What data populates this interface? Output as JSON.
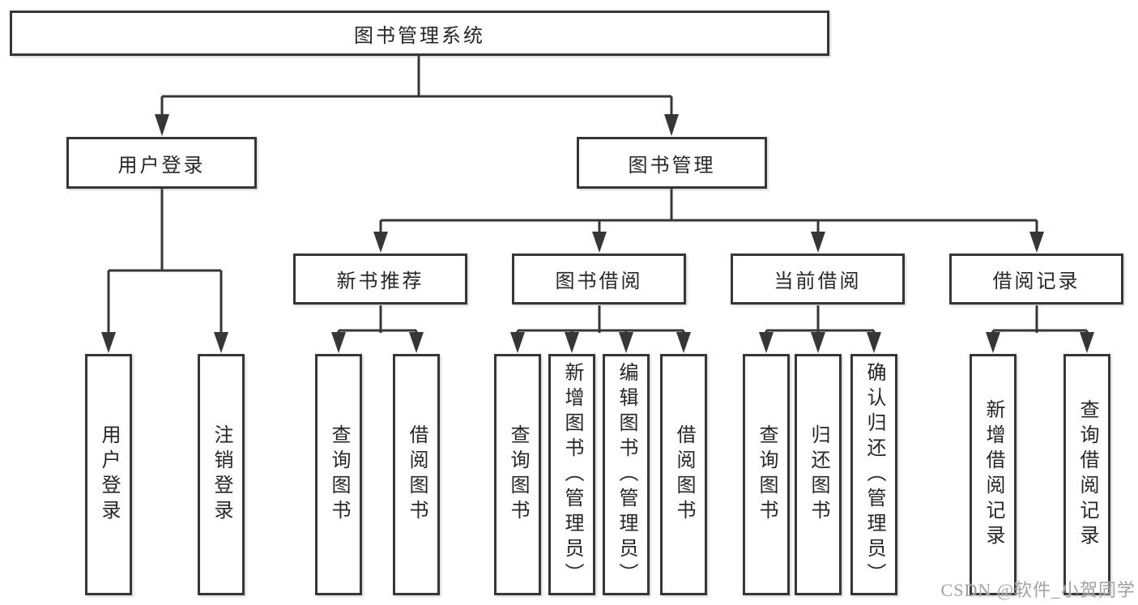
{
  "tree": {
    "label": "图书管理系统",
    "children": [
      {
        "label": "用户登录",
        "children": [
          {
            "label": "用户登录"
          },
          {
            "label": "注销登录"
          }
        ]
      },
      {
        "label": "图书管理",
        "children": [
          {
            "label": "新书推荐",
            "children": [
              {
                "label": "查询图书"
              },
              {
                "label": "借阅图书"
              }
            ]
          },
          {
            "label": "图书借阅",
            "children": [
              {
                "label": "查询图书"
              },
              {
                "label": "新增图书（管理员）"
              },
              {
                "label": "编辑图书（管理员）"
              },
              {
                "label": "借阅图书"
              }
            ]
          },
          {
            "label": "当前借阅",
            "children": [
              {
                "label": "查询图书"
              },
              {
                "label": "归还图书"
              },
              {
                "label": "确认归还（管理员）"
              }
            ]
          },
          {
            "label": "借阅记录",
            "children": [
              {
                "label": "新增借阅记录"
              },
              {
                "label": "查询借阅记录"
              }
            ]
          }
        ]
      }
    ]
  },
  "watermark": "CSDN @软件_小贺同学",
  "colors": {
    "line": "#363636",
    "box_border": "#363636",
    "text": "#262626",
    "background": "#ffffff",
    "watermark": "#a2a2a2"
  }
}
